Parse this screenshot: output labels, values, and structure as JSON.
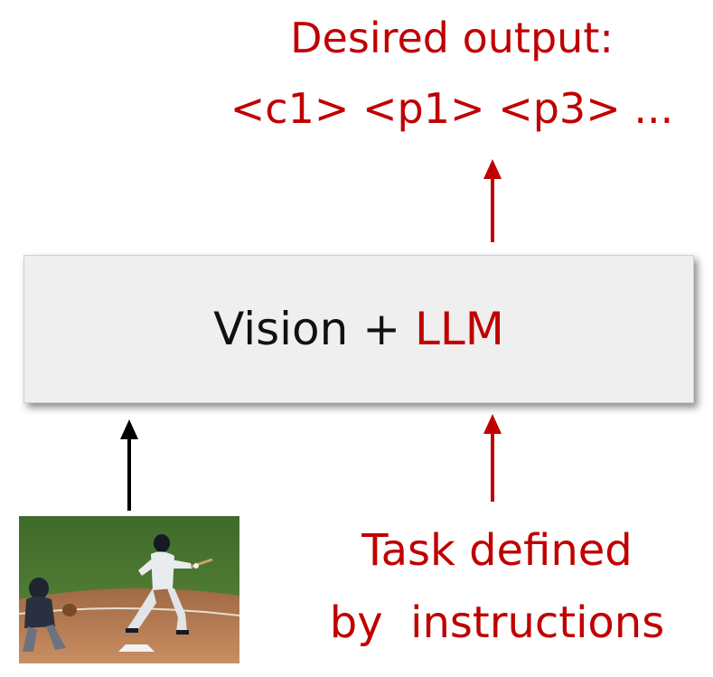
{
  "output": {
    "title": "Desired output:",
    "tokens": "<c1> <p1> <p3> ..."
  },
  "model": {
    "vision": "Vision",
    "plus": " + ",
    "llm": "LLM"
  },
  "task": {
    "line1": "Task defined",
    "line2": "by  instructions"
  },
  "image": {
    "subject": "baseball-batter-photo"
  },
  "colors": {
    "accent_red": "#c00000",
    "text_black": "#111111",
    "box_fill": "#efefef"
  }
}
